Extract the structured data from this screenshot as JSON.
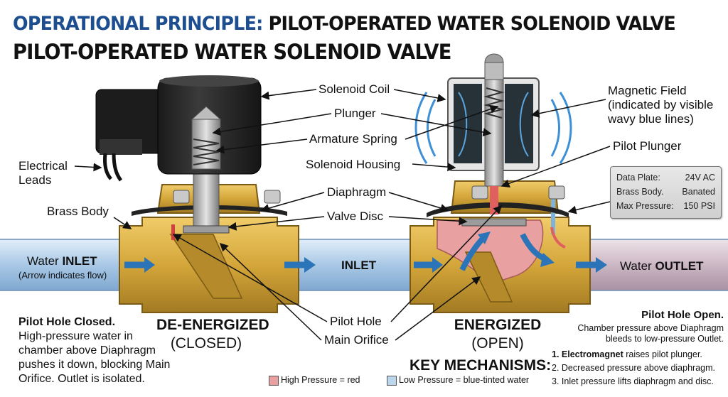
{
  "title": {
    "prefix": "OPERATIONAL PRINCIPLE:",
    "main": "PILOT-OPERATED WATER SOLENOID VALVE",
    "line2": "PILOT-OPERATED WATER SOLENOID VALVE"
  },
  "labels": {
    "solenoid_coil": "Solenoid Coil",
    "plunger": "Plunger",
    "armature_spring": "Armature Spring",
    "solenoid_housing": "Solenoid Housing",
    "diaphragm": "Diaphragm",
    "valve_disc": "Valve Disc",
    "pilot_hole": "Pilot Hole",
    "main_orifice": "Main Orifice",
    "electrical_leads_1": "Electrical",
    "electrical_leads_2": "Leads",
    "brass_body": "Brass Body",
    "magnetic_field_1": "Magnetic Field",
    "magnetic_field_2": "(indicated by visible",
    "magnetic_field_3": "wavy blue lines)",
    "pilot_plunger": "Pilot Plunger",
    "inlet": "INLET",
    "water_inlet_prefix": "Water",
    "water_inlet_bold": "INLET",
    "arrow_note": "(Arrow indicates flow)",
    "water_outlet_prefix": "Water",
    "water_outlet_bold": "OUTLET"
  },
  "left_state": {
    "title": "DE-ENERGIZED",
    "subtitle": "(CLOSED)"
  },
  "right_state": {
    "title": "ENERGIZED",
    "subtitle": "(OPEN)"
  },
  "pilot_closed": {
    "heading": "Pilot Hole Closed.",
    "lines": [
      "High-pressure water in",
      "chamber above Diaphragm",
      "pushes it down, blocking Main",
      "Orifice. Outlet is isolated."
    ]
  },
  "pilot_open": {
    "heading": "Pilot Hole Open.",
    "lines": [
      "Chamber pressure above Diaphragm",
      "bleeds to low-pressure Outlet."
    ]
  },
  "key": {
    "heading": "KEY MECHANISMS:",
    "high_pressure": "High Pressure = red",
    "low_pressure": "Low Pressure = blue-tinted water",
    "item1_bold": "1. Electromagnet",
    "item1_rest": " raises pilot plunger.",
    "item2": "2. Decreased pressure above diaphragm.",
    "item3": "3. Inlet pressure lifts diaphragm and disc."
  },
  "data_plate": {
    "rows": [
      {
        "label": "Data Plate:",
        "value": "24V AC"
      },
      {
        "label": "Brass Body.",
        "value": "Banated"
      },
      {
        "label": "Max Pressure:",
        "value": "150 PSI"
      }
    ]
  },
  "colors": {
    "title_accent": "#1d4e8f",
    "brass": "#d4a63a",
    "brass_dark": "#9a7420",
    "pipe_blue": "#a9c8e6",
    "high_pressure": "#e8a0a0",
    "low_pressure": "#bcd6ee",
    "arrow_blue": "#2b74b8",
    "coil_black": "#2a2a2a"
  }
}
